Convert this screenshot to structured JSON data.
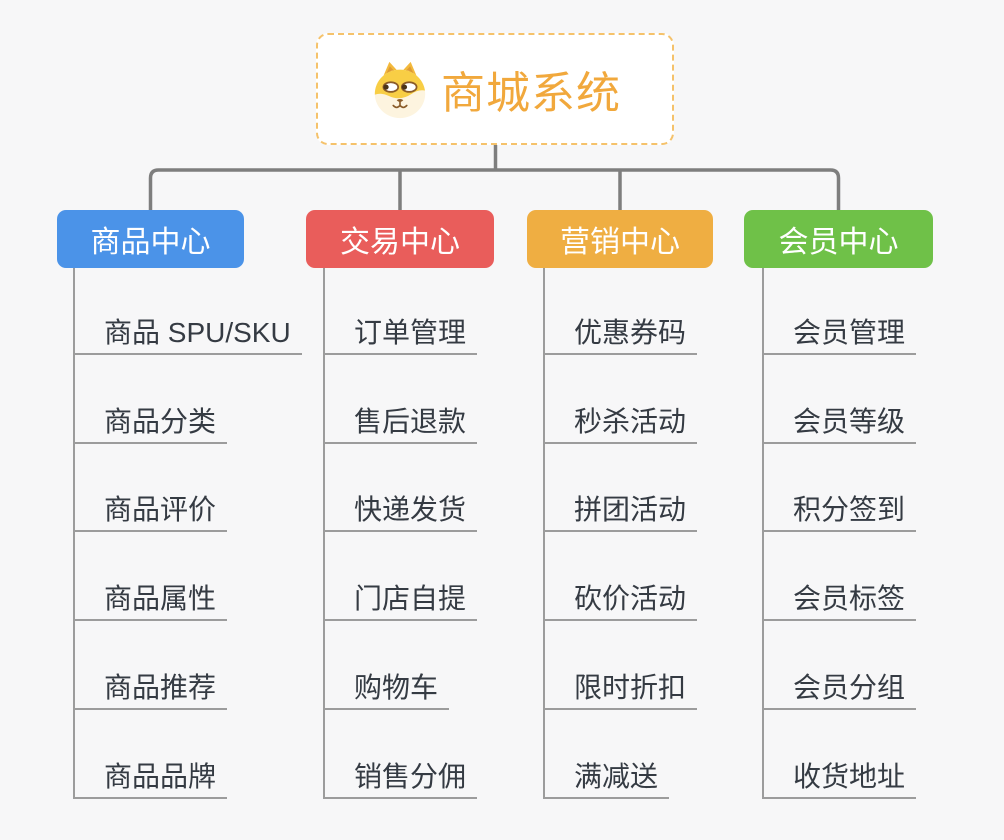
{
  "canvas": {
    "background": "#F7F7F8"
  },
  "root": {
    "title": "商城系统",
    "icon": "dog-face-icon",
    "text_color": "#F1A83C",
    "border_color": "#F5C26B"
  },
  "branches": [
    {
      "label": "商品中心",
      "color": "#4B93E8",
      "children": [
        "商品 SPU/SKU",
        "商品分类",
        "商品评价",
        "商品属性",
        "商品推荐",
        "商品品牌"
      ]
    },
    {
      "label": "交易中心",
      "color": "#E95D5B",
      "children": [
        "订单管理",
        "售后退款",
        "快递发货",
        "门店自提",
        "购物车",
        "销售分佣"
      ]
    },
    {
      "label": "营销中心",
      "color": "#EFAE42",
      "children": [
        "优惠券码",
        "秒杀活动",
        "拼团活动",
        "砍价活动",
        "限时折扣",
        "满减送"
      ]
    },
    {
      "label": "会员中心",
      "color": "#6FC148",
      "children": [
        "会员管理",
        "会员等级",
        "积分签到",
        "会员标签",
        "会员分组",
        "收货地址"
      ]
    }
  ],
  "connector_colors": {
    "primary": "#7E7E7E",
    "secondary": "#9C9C9C"
  },
  "leaf_text_color": "#353B43"
}
